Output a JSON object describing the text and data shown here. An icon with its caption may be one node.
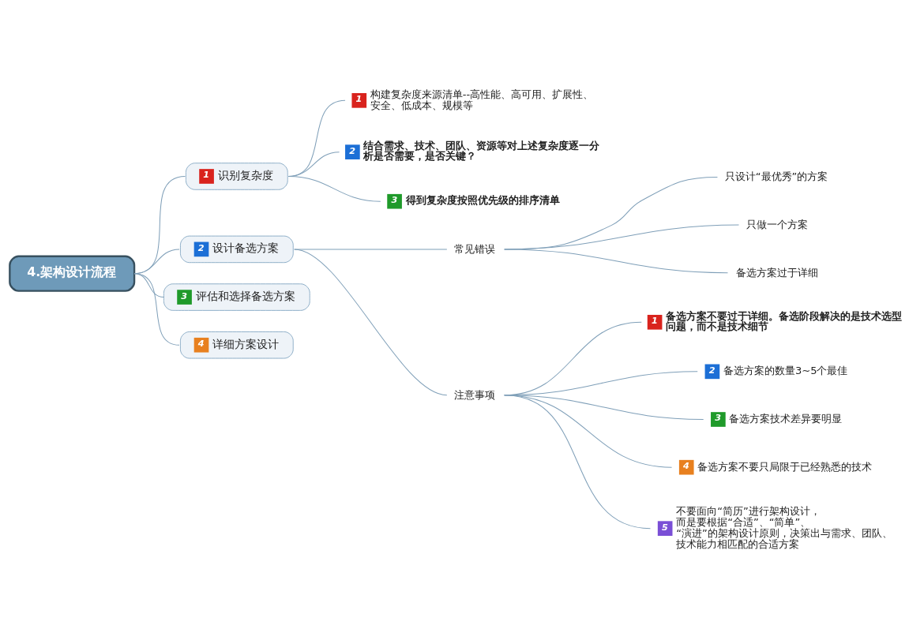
{
  "diagram": {
    "nodes": [
      {
        "text": [
          "4.架构设计流程"
        ]
      },
      {
        "text": [
          "1",
          "识别复杂度"
        ]
      },
      {
        "text": [
          "1",
          "构建复杂度来源清单--高性能、高可用、扩展性、安全、低成本、规模等"
        ]
      },
      {
        "text": [
          "2",
          "结合需求、技术、团队、资源等对上述复杂度逐一分析是否需要，是否关键？"
        ]
      },
      {
        "text": [
          "3",
          "得到复杂度按照优先级的排序清单"
        ]
      },
      {
        "text": [
          "2",
          "设计备选方案"
        ]
      },
      {
        "text": [
          "常见错误"
        ]
      },
      {
        "text": [
          "只设计“最优秀”的方案"
        ]
      },
      {
        "text": [
          "只做一个方案"
        ]
      },
      {
        "text": [
          "备选方案过于详细"
        ]
      },
      {
        "text": [
          "注意事项"
        ]
      },
      {
        "text": [
          "1",
          "备选方案不要过于详细。备选阶段解决的是技术选型问题，而不是技术细节"
        ]
      },
      {
        "text": [
          "2",
          "备选方案的数量3~5个最佳"
        ]
      },
      {
        "text": [
          "3",
          "备选方案技术差异要明显"
        ]
      },
      {
        "text": [
          "4",
          "备选方案不要只局限于已经熟悉的技术"
        ]
      },
      {
        "text": [
          "5",
          "不要面向“简历”进行架构设计，而是要根据“合适”、“简单”、“演进”的架构设计原则，决策出与需求、团队、技术能力相匹配的合适方案"
        ]
      },
      {
        "text": [
          "3",
          "评估和选择备选方案"
        ]
      },
      {
        "text": [
          "4",
          "详细方案设计"
        ]
      }
    ],
    "edges": [
      {
        "from": 0,
        "to": 1,
        "arrow": "none"
      },
      {
        "from": 1,
        "to": 2,
        "arrow": "none"
      },
      {
        "from": 1,
        "to": 3,
        "arrow": "none"
      },
      {
        "from": 1,
        "to": 4,
        "arrow": "none"
      },
      {
        "from": 0,
        "to": 5,
        "arrow": "none"
      },
      {
        "from": 5,
        "to": 6,
        "arrow": "none"
      },
      {
        "from": 6,
        "to": 7,
        "arrow": "none"
      },
      {
        "from": 6,
        "to": 8,
        "arrow": "none"
      },
      {
        "from": 6,
        "to": 9,
        "arrow": "none"
      },
      {
        "from": 5,
        "to": 10,
        "arrow": "none"
      },
      {
        "from": 10,
        "to": 11,
        "arrow": "none"
      },
      {
        "from": 10,
        "to": 12,
        "arrow": "none"
      },
      {
        "from": 10,
        "to": 13,
        "arrow": "none"
      },
      {
        "from": 10,
        "to": 14,
        "arrow": "none"
      },
      {
        "from": 10,
        "to": 15,
        "arrow": "none"
      },
      {
        "from": 0,
        "to": 16,
        "arrow": "none"
      },
      {
        "from": 0,
        "to": 17,
        "arrow": "none"
      }
    ]
  }
}
